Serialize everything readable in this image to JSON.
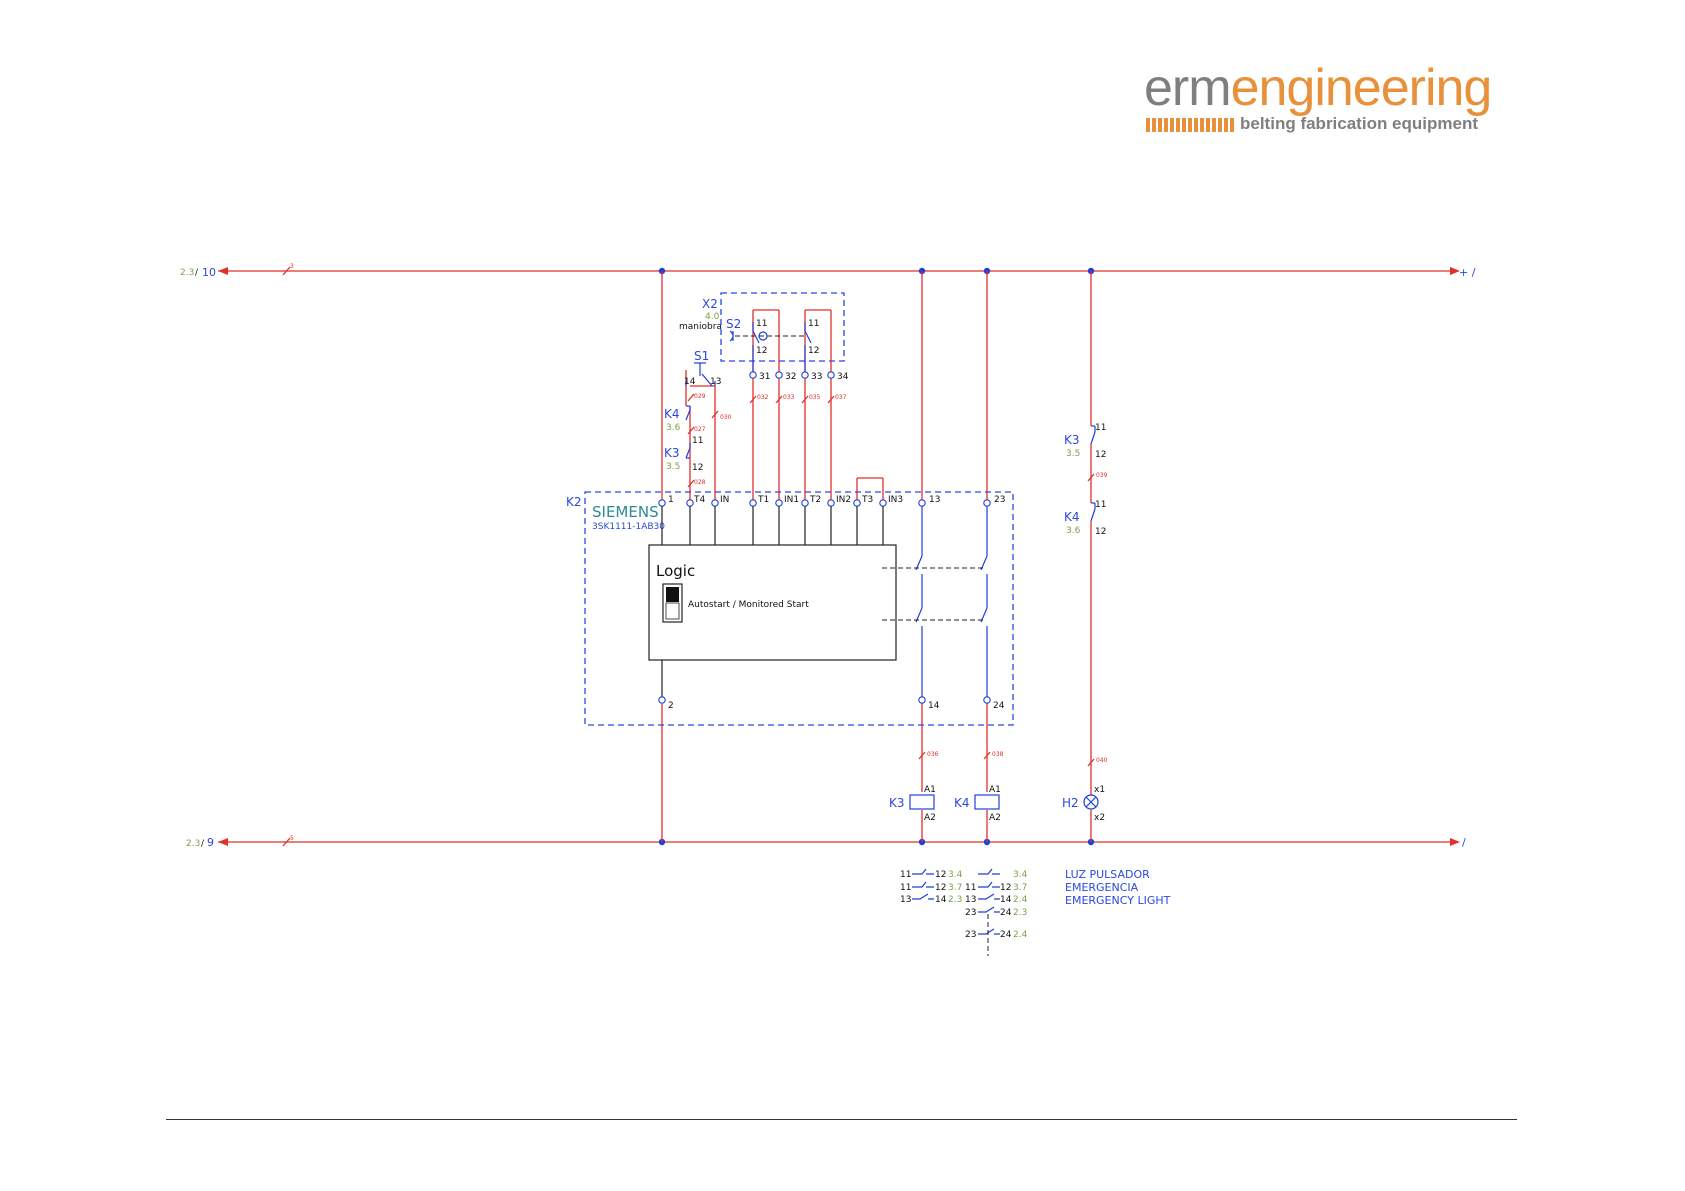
{
  "logo": {
    "erm": "erm",
    "engineering": "engineering",
    "tagline": "belting  fabrication equipment"
  },
  "rails": {
    "top": {
      "ref_page": "2.3",
      "ref_sep": "/",
      "ref_col": "10",
      "wire_tag": "3",
      "right_label": "+ /"
    },
    "bottom": {
      "ref_page": "2.3",
      "ref_sep": "/",
      "ref_col": "9",
      "wire_tag": "5",
      "right_label": "/"
    }
  },
  "x2": {
    "tag": "X2",
    "ref": "4.0",
    "name": "maniobra"
  },
  "s2": {
    "tag": "S2",
    "c1_top": "11",
    "c1_bot": "12",
    "c2_top": "11",
    "c2_bot": "12"
  },
  "s1": {
    "tag": "S1",
    "t14": "14",
    "t13": "13"
  },
  "k4_aux": {
    "tag": "K4",
    "ref": "3.6"
  },
  "k3_aux": {
    "tag": "K3",
    "ref": "3.5",
    "t11": "11",
    "t12": "12"
  },
  "k2": {
    "tag": "K2",
    "brand": "SIEMENS",
    "model": "3SK1111-1AB30",
    "logic": "Logic",
    "switch_label": "Autostart / Monitored Start"
  },
  "k2_terms": [
    "1",
    "T4",
    "IN",
    "T1",
    "IN1",
    "T2",
    "IN2",
    "T3",
    "IN3",
    "13",
    "23"
  ],
  "k2_bottom_terms": [
    "2",
    "14",
    "24"
  ],
  "s2_terms": [
    "31",
    "32",
    "33",
    "34"
  ],
  "wire_tags": [
    "029",
    "030",
    "027",
    "028",
    "032",
    "033",
    "035",
    "037",
    "036",
    "038",
    "039",
    "040"
  ],
  "k3_coil": {
    "tag": "K3",
    "a1": "A1",
    "a2": "A2"
  },
  "k4_coil": {
    "tag": "K4",
    "a1": "A1",
    "a2": "A2"
  },
  "h2": {
    "tag": "H2",
    "x1": "x1",
    "x2": "x2"
  },
  "right_contacts": {
    "k3": {
      "tag": "K3",
      "ref": "3.5",
      "t11": "11",
      "t12": "12"
    },
    "k4": {
      "tag": "K4",
      "ref": "3.6",
      "t11": "11",
      "t12": "12"
    }
  },
  "xref_k3": [
    {
      "a": "11",
      "b": "12",
      "ref": "3.4"
    },
    {
      "a": "11",
      "b": "12",
      "ref": "3.7"
    },
    {
      "a": "13",
      "b": "14",
      "ref": "2.3"
    }
  ],
  "xref_k4": [
    {
      "a": "",
      "b": "",
      "ref": "3.4"
    },
    {
      "a": "11",
      "b": "12",
      "ref": "3.7"
    },
    {
      "a": "13",
      "b": "14",
      "ref": "2.4"
    },
    {
      "a": "23",
      "b": "24",
      "ref": "2.3"
    },
    {
      "a": "23",
      "b": "24",
      "ref": "2.4"
    }
  ],
  "h2_legend": [
    "LUZ PULSADOR",
    "EMERGENCIA",
    "EMERGENCY LIGHT"
  ]
}
